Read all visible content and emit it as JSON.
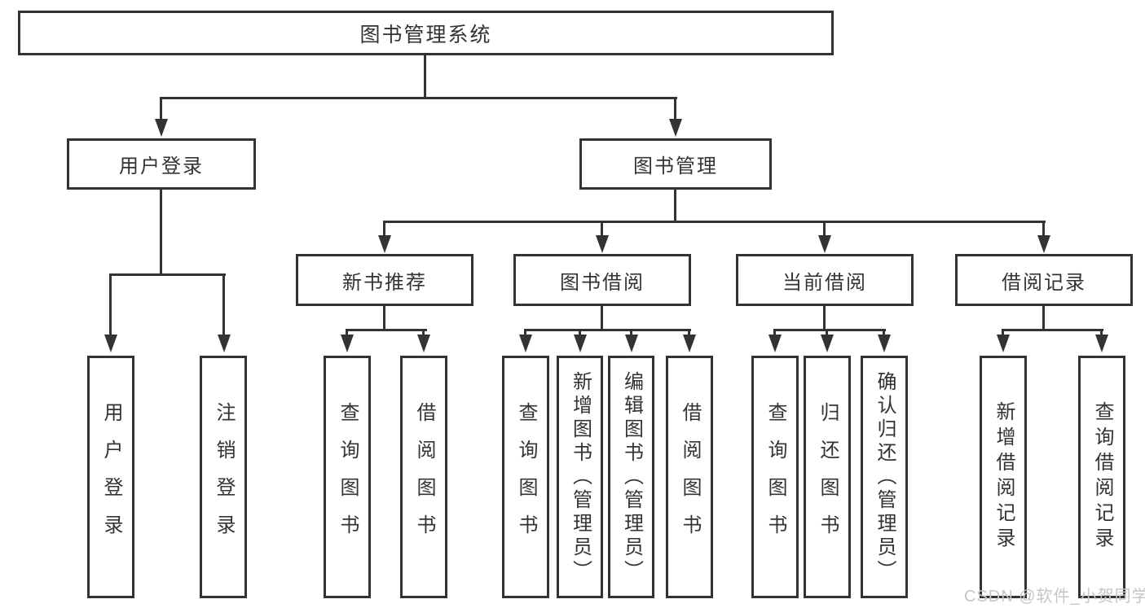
{
  "page": {
    "background": "#ffffff"
  },
  "diagram": {
    "title": "图书管理系统",
    "level2": {
      "user_login": "用户登录",
      "book_management": "图书管理"
    },
    "level3": {
      "new_book_recommend": "新书推荐",
      "book_borrowing": "图书借阅",
      "current_borrowing": "当前借阅",
      "borrowing_records": "借阅记录"
    },
    "leaves": {
      "user_login": "用户登录",
      "logout": "注销登录",
      "recommend_query_books": "查询图书",
      "recommend_borrow_books": "借阅图书",
      "borrow_query_books": "查询图书",
      "borrow_add_books": "新增图书（管理员）",
      "borrow_edit_books": "编辑图书（管理员）",
      "borrow_borrow_books": "借阅图书",
      "current_query_books": "查询图书",
      "current_return_books": "归还图书",
      "current_confirm_return": "确认归还（管理员）",
      "records_add_record": "新增借阅记录",
      "records_query_record": "查询借阅记录"
    },
    "watermark": "CSDN @软件_小贺同学",
    "colors": {
      "line": "#333333",
      "text": "#333333",
      "box_background": "#ffffff",
      "watermark": "#c6c6c6"
    }
  }
}
